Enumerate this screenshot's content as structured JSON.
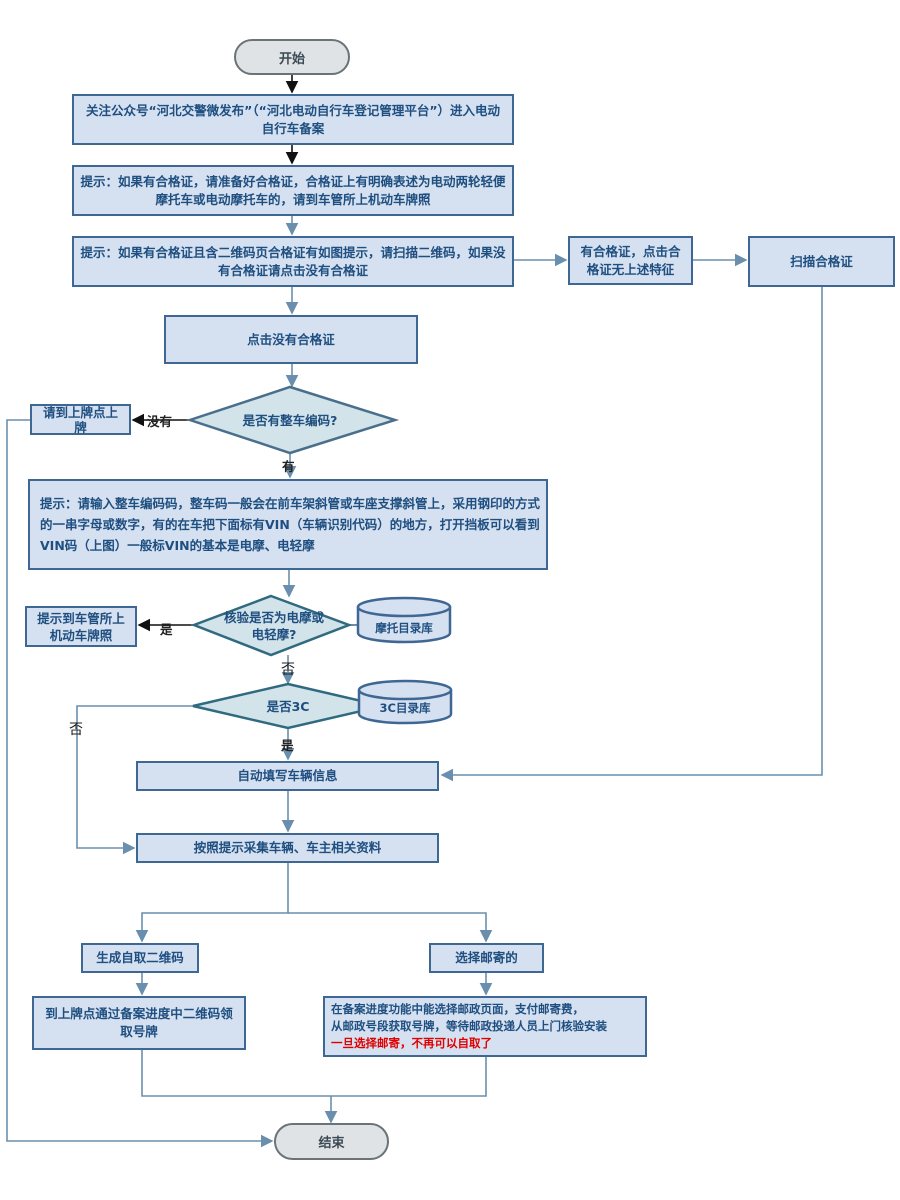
{
  "start": "开始",
  "end": "结束",
  "step1": "关注公众号“河北交警微发布”（“河北电动自行车登记管理平台”）进入电动自行车备案",
  "tip1": "提示：如果有合格证，请准备好合格证，合格证上有明确表述为电动两轮轻便摩托车或电动摩托车的，请到车管所上机动车牌照",
  "tip2": "提示：如果有合格证且含二维码页合格证有如图提示，请扫描二维码，如果没有合格证请点击没有合格证",
  "has_cert": "有合格证，点击合格证无上述特征",
  "scan_cert": "扫描合格证",
  "click_no_cert": "点击没有合格证",
  "q_vin": "是否有整车编码?",
  "no_vin_label": "没有",
  "goto_plate_point": "请到上牌点上牌",
  "has_vin_label": "有",
  "tip_vin": "提示：请输入整车编码码，整车码一般会在前车架斜管或车座支撑斜管上，采用钢印的方式的一串字母或数字，有的在车把下面标有VIN（车辆识别代码）的地方，打开挡板可以看到VIN码（上图）一般标VIN的基本是电摩、电轻摩",
  "q_moto": "核验是否为电摩或电轻摩?",
  "db_moto": "摩托目录库",
  "yes_label": "是",
  "tip_dmv": "提示到车管所上机动车牌照",
  "no_label": "否",
  "q_3c": "是否3C",
  "db_3c": "3C目录库",
  "no_label_2": "否",
  "yes_label_2": "是",
  "autofill": "自动填写车辆信息",
  "collect": "按照提示采集车辆、车主相关资料",
  "self_pickup": "生成自取二维码",
  "mail": "选择邮寄的",
  "pickup_detail": "到上牌点通过备案进度中二维码领取号牌",
  "mail_line1": "在备案进度功能中能选择邮政页面，支付邮寄费，",
  "mail_line2": "从邮政号段获取号牌，等待邮政投递人员上门核验安装",
  "mail_line3": "一旦选择邮寄，不再可以自取了",
  "colors": {
    "box_fill": "#d5e0f0",
    "box_border": "#3f6793",
    "diamond_fill": "#d3e3ea",
    "diamond_border": "#4a6f8c",
    "line": "#6a8fae",
    "warning": "#e00000"
  }
}
